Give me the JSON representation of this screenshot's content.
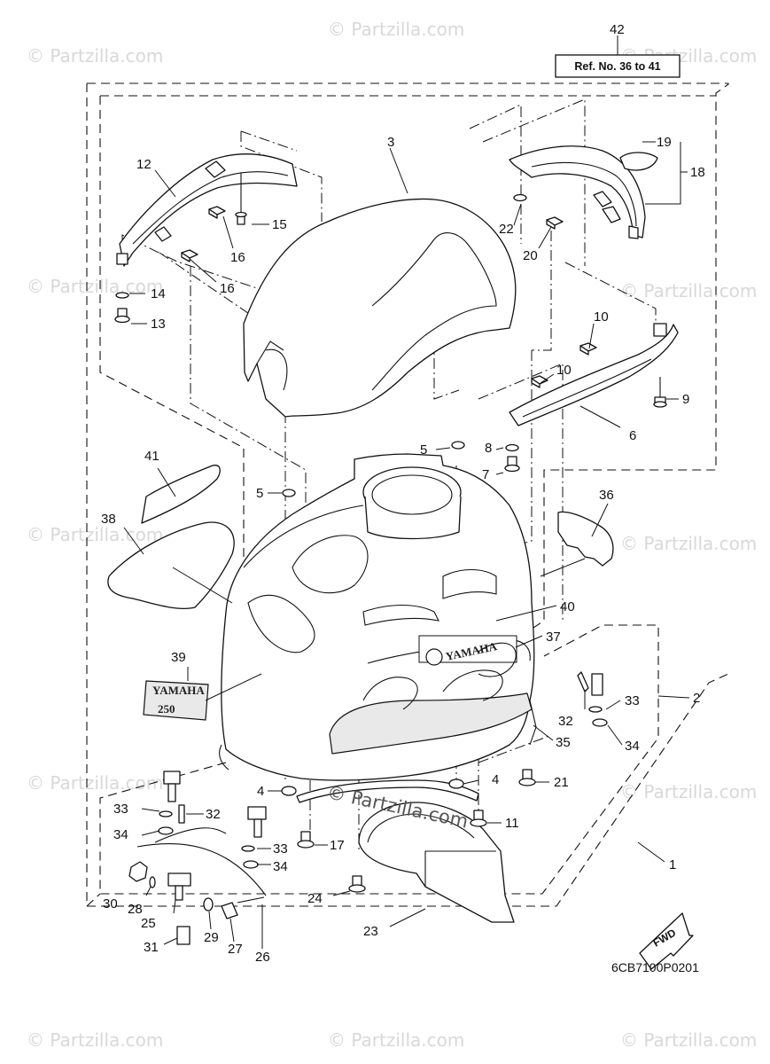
{
  "watermark": "© Partzilla.com",
  "copyright_stamp": "© Partzilla.com",
  "ref_box_text": "Ref. No. 36 to 41",
  "diagram_code": "6CB7100P0201",
  "fwd_label": "FWD",
  "decal_brand": "YAMAHA",
  "decal_model": "250",
  "callouts": {
    "c1": "1",
    "c2": "2",
    "c3": "3",
    "c4a": "4",
    "c4b": "4",
    "c5a": "5",
    "c5b": "5",
    "c6": "6",
    "c7": "7",
    "c8": "8",
    "c9": "9",
    "c10a": "10",
    "c10b": "10",
    "c11": "11",
    "c12": "12",
    "c13": "13",
    "c14": "14",
    "c15": "15",
    "c16a": "16",
    "c16b": "16",
    "c17": "17",
    "c18": "18",
    "c19": "19",
    "c20": "20",
    "c21": "21",
    "c22": "22",
    "c23": "23",
    "c24": "24",
    "c25": "25",
    "c26": "26",
    "c27": "27",
    "c28": "28",
    "c29": "29",
    "c30": "30",
    "c31": "31",
    "c32a": "32",
    "c32b": "32",
    "c33a": "33",
    "c33b": "33",
    "c33c": "33",
    "c34a": "34",
    "c34b": "34",
    "c34c": "34",
    "c35": "35",
    "c36": "36",
    "c37": "37",
    "c38": "38",
    "c39": "39",
    "c40": "40",
    "c41": "41",
    "c42": "42"
  }
}
